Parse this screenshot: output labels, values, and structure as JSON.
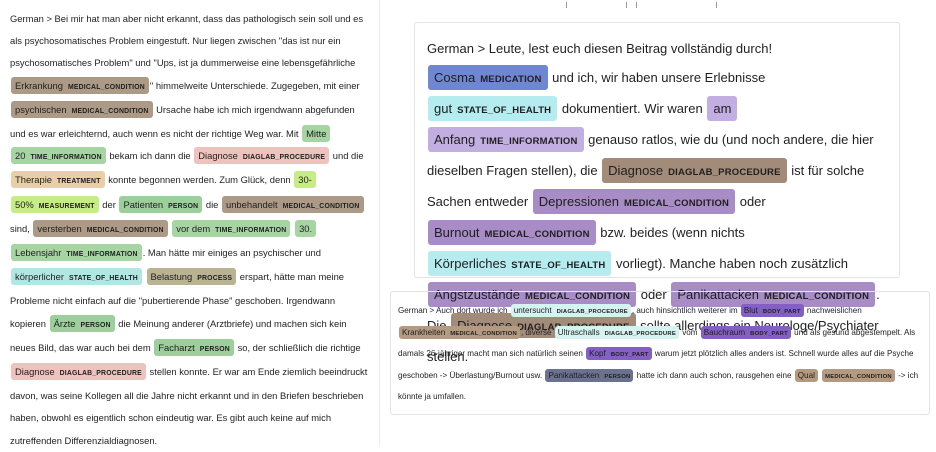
{
  "colors": {
    "MEDICAL_CONDITION": "#ad9a86",
    "TIME_INFORMATION": "#a6d5a3",
    "DIAGLAB_PROCEDURE": "#f0c2be",
    "TREATMENT": "#e8cfa5",
    "MEASUREMENT": "#c5ec85",
    "PERSON": "#9ccf9b",
    "STATE_OF_HEALTH": "#b2e6e3",
    "PROCESS": "#b9b392",
    "BODY_PART": "#8f6ec4",
    "MEDICATION": "#6f86d2",
    "RT_MEDICAL_CONDITION": "#a78cc6",
    "RT_DIAGLAB_PROCEDURE": "#a38b79",
    "RT_TIME_INFORMATION": "#c2aee0",
    "RT_STATE_OF_HEALTH": "#b5ecf0",
    "RB_DIAGLAB_PROCEDURE": "#d5f3f1",
    "RB_MEDICAL_CONDITION": "#b49a80",
    "RB_PERSON": "#6b7290",
    "RB_BODY_PART": "#8460c4"
  },
  "left": [
    {
      "t": "German > Bei mir hat man aber nicht erkannt, dass das pathologisch sein soll und es als psychosomatisches Problem eingestuft. Nur liegen zwischen \"das ist nur ein psychosomatisches Problem\" und \"Ups, ist ja dummerweise eine lebensgefährliche "
    },
    {
      "e": "Erkrankung",
      "l": "MEDICAL_CONDITION",
      "c": "MEDICAL_CONDITION"
    },
    {
      "t": "\" himmelweite Unterschiede. Zugegeben, mit einer "
    },
    {
      "e": "psychischen",
      "l": "MEDICAL_CONDITION",
      "c": "MEDICAL_CONDITION"
    },
    {
      "t": " Ursache habe ich mich irgendwann abgefunden und es war erleichternd, auch wenn es nicht der richtige Weg war. Mit "
    },
    {
      "e": "Mitte 20",
      "l": "TIME_INFORMATION",
      "c": "TIME_INFORMATION"
    },
    {
      "t": " bekam ich dann die "
    },
    {
      "e": "Diagnose",
      "l": "DIAGLAB_PROCEDURE",
      "c": "DIAGLAB_PROCEDURE"
    },
    {
      "t": " und die "
    },
    {
      "e": "Therapie",
      "l": "TREATMENT",
      "c": "TREATMENT"
    },
    {
      "t": " konnte begonnen werden. Zum Glück, denn "
    },
    {
      "e": "30-50%",
      "l": "MEASUREMENT",
      "c": "MEASUREMENT"
    },
    {
      "t": " der "
    },
    {
      "e": "Patienten",
      "l": "PERSON",
      "c": "PERSON"
    },
    {
      "t": " die "
    },
    {
      "e": "unbehandelt",
      "l": "MEDICAL_CONDITION",
      "c": "MEDICAL_CONDITION"
    },
    {
      "t": " sind, "
    },
    {
      "e": "versterben",
      "l": "MEDICAL_CONDITION",
      "c": "MEDICAL_CONDITION"
    },
    {
      "t": " "
    },
    {
      "e": "vor dem",
      "l": "TIME_INFORMATION",
      "c": "TIME_INFORMATION"
    },
    {
      "t": " "
    },
    {
      "e": "30.",
      "l": "",
      "c": "TIME_INFORMATION"
    },
    {
      "t": " "
    },
    {
      "e": "Lebensjahr",
      "l": "TIME_INFORMATION",
      "c": "TIME_INFORMATION"
    },
    {
      "t": ". Man hätte mir einiges an psychischer und "
    },
    {
      "e": "körperlicher",
      "l": "STATE_OF_HEALTH",
      "c": "STATE_OF_HEALTH"
    },
    {
      "t": " "
    },
    {
      "e": "Belastung",
      "l": "PROCESS",
      "c": "PROCESS"
    },
    {
      "t": " erspart, hätte man meine Probleme nicht einfach auf die \"pubertierende Phase\" geschoben. Irgendwann kopieren "
    },
    {
      "e": "Ärzte",
      "l": "PERSON",
      "c": "PERSON"
    },
    {
      "t": " die Meinung anderer (Arztbriefe) und machen sich kein neues Bild, das war auch bei dem "
    },
    {
      "e": "Facharzt",
      "l": "PERSON",
      "c": "PERSON"
    },
    {
      "t": " so, der schließlich die richtige "
    },
    {
      "e": "Diagnose",
      "l": "DIAGLAB_PROCEDURE",
      "c": "DIAGLAB_PROCEDURE"
    },
    {
      "t": " stellen konnte. Er war am Ende ziemlich beeindruckt davon, was seine Kollegen all die Jahre nicht erkannt und in den Briefen beschrieben haben, obwohl es eigentlich schon eindeutig war. Es gibt auch keine auf mich zutreffenden Differenzialdiagnosen."
    }
  ],
  "right_top": [
    {
      "t": "German > Leute, lest euch diesen Beitrag vollständig durch! "
    },
    {
      "e": "Cosma",
      "l": "MEDICATION",
      "c": "MEDICATION"
    },
    {
      "t": " und ich, wir haben unsere Erlebnisse "
    },
    {
      "e": "gut",
      "l": "STATE_OF_HEALTH",
      "c": "RT_STATE_OF_HEALTH"
    },
    {
      "t": " dokumentiert. Wir waren "
    },
    {
      "e": "am",
      "l": "",
      "c": "RT_TIME_INFORMATION"
    },
    {
      "t": " "
    },
    {
      "e": "Anfang",
      "l": "TIME_INFORMATION",
      "c": "RT_TIME_INFORMATION"
    },
    {
      "t": " genauso ratlos, wie du (und noch andere, die hier dieselben Fragen stellen), die "
    },
    {
      "e": "Diagnose",
      "l": "DIAGLAB_PROCEDURE",
      "c": "RT_DIAGLAB_PROCEDURE"
    },
    {
      "t": " ist für solche Sachen entweder "
    },
    {
      "e": "Depressionen",
      "l": "MEDICAL_CONDITION",
      "c": "RT_MEDICAL_CONDITION"
    },
    {
      "t": " oder "
    },
    {
      "e": "Burnout",
      "l": "MEDICAL_CONDITION",
      "c": "RT_MEDICAL_CONDITION"
    },
    {
      "t": " bzw. beides (wenn nichts "
    },
    {
      "e": "Körperliches",
      "l": "STATE_OF_HEALTH",
      "c": "RT_STATE_OF_HEALTH"
    },
    {
      "t": " vorliegt). Manche haben noch zusätzlich "
    },
    {
      "e": "Angstzustände",
      "l": "MEDICAL_CONDITION",
      "c": "RT_MEDICAL_CONDITION"
    },
    {
      "t": " oder "
    },
    {
      "e": "Panikattacken",
      "l": "MEDICAL_CONDITION",
      "c": "RT_MEDICAL_CONDITION"
    },
    {
      "t": ". Die "
    },
    {
      "e": "Diagnose",
      "l": "DIAGLAB_PROCEDURE",
      "c": "RT_DIAGLAB_PROCEDURE"
    },
    {
      "t": " sollte allerdings ein Neurologe/Psychiater stellen."
    }
  ],
  "right_bottom": [
    {
      "t": "German > Auch dort wurde ich "
    },
    {
      "e": "untersucht",
      "l": "DIAGLAB_PROCEDURE",
      "c": "RB_DIAGLAB_PROCEDURE"
    },
    {
      "t": ", auch hinsichtlich weiterer im "
    },
    {
      "e": "Blut",
      "l": "BODY_PART",
      "c": "RB_BODY_PART"
    },
    {
      "t": " nachweislichen "
    },
    {
      "e": "Krankheiten",
      "l": "MEDICAL_CONDITION",
      "c": "RB_MEDICAL_CONDITION"
    },
    {
      "t": ", diverse "
    },
    {
      "e": "Ultraschalls",
      "l": "DIAGLAB_PROCEDURE",
      "c": "RB_DIAGLAB_PROCEDURE"
    },
    {
      "t": " vom "
    },
    {
      "e": "Bauchraum",
      "l": "BODY_PART",
      "c": "RB_BODY_PART"
    },
    {
      "t": " und als gesund abgestempelt. Als damals 26-jähriger macht man sich natürlich seinen "
    },
    {
      "e": "Kopf",
      "l": "BODY_PART",
      "c": "RB_BODY_PART"
    },
    {
      "t": " warum jetzt plötzlich alles anders ist. Schnell wurde alles auf die Psyche geschoben -> Überlastung/Burnout usw. "
    },
    {
      "e": "Panikattacken",
      "l": "PERSON",
      "c": "RB_PERSON"
    },
    {
      "t": " hatte ich dann auch schon, rausgehen eine "
    },
    {
      "e": "Qual",
      "l": "",
      "c": "RB_MEDICAL_CONDITION"
    },
    {
      "t": " "
    },
    {
      "e": "",
      "l": "MEDICAL_CONDITION",
      "c": "RB_MEDICAL_CONDITION"
    },
    {
      "t": " -> ich könnte ja umfallen."
    }
  ]
}
